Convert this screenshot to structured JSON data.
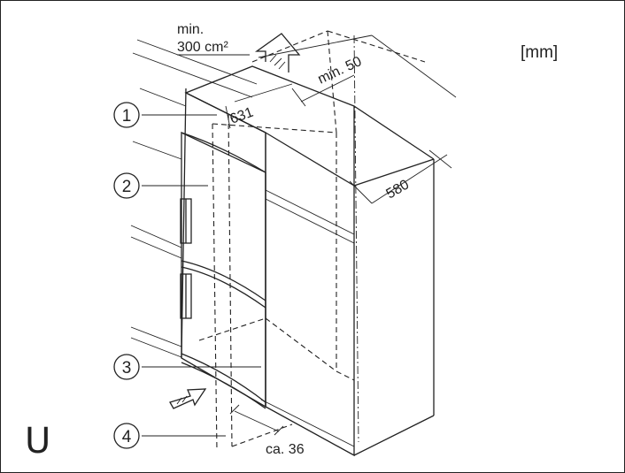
{
  "labels": {
    "min": "min.",
    "area": "300 cm²",
    "min50": "min. 50",
    "d631": "631",
    "d580": "580",
    "ca36": "ca. 36",
    "unit": "[mm]",
    "variant": "U"
  },
  "callouts": [
    "1",
    "2",
    "3",
    "4"
  ]
}
